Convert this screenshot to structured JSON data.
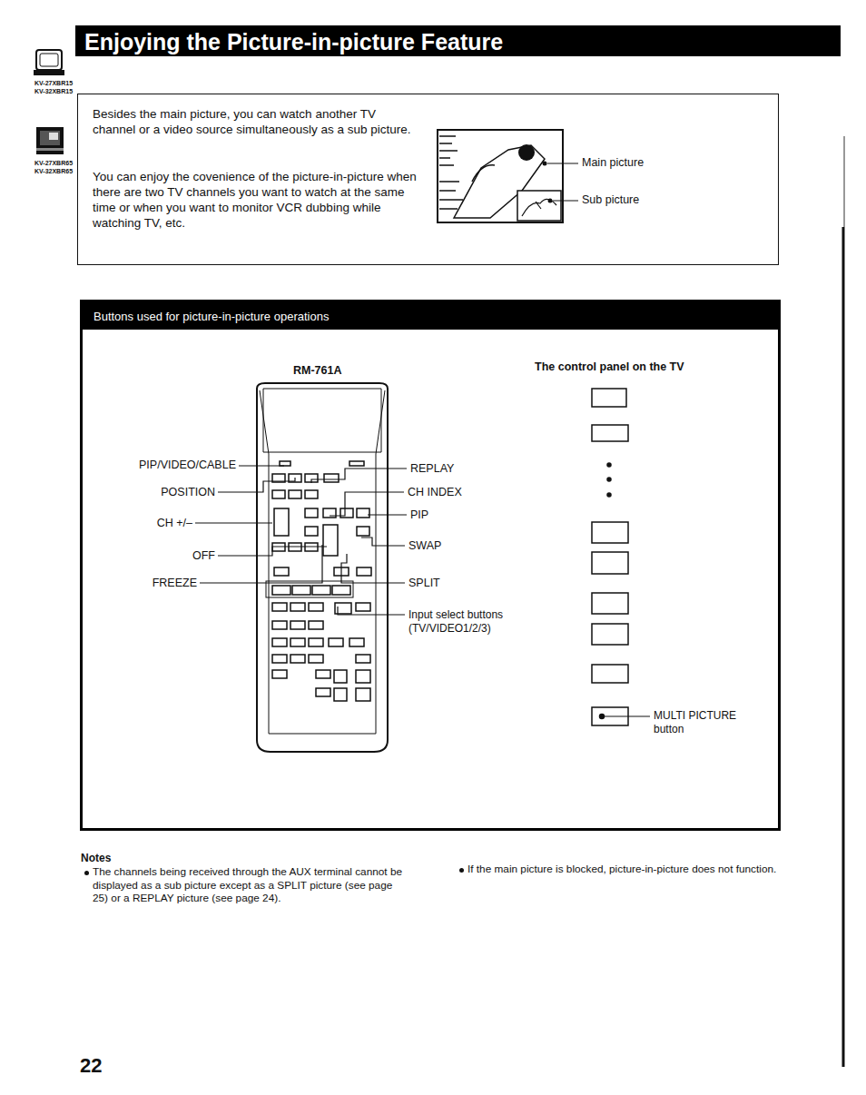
{
  "diagram": {
    "title": "Enjoying the Picture-in-picture Feature",
    "nodes": [
      {
        "text": [
          "Besides the main picture, you can watch another TV channel or a video source simultaneously as a sub picture.",
          "You can enjoy the covenience of the picture-in-picture when there are two TV channels you want to watch at the same time or when you want to monitor VCR dubbing while watching TV, etc."
        ]
      },
      {
        "text": [
          "Buttons used for picture-in-picture operations"
        ]
      }
    ],
    "labels": [
      "KV-27XBR15",
      "KV-32XBR15",
      "KV-27XBR65",
      "KV-32XBR65",
      "Main picture",
      "Sub picture",
      "RM-761A",
      "PIP/VIDEO/CABLE",
      "POSITION",
      "CH +/–",
      "OFF",
      "FREEZE",
      "REPLAY",
      "CH INDEX",
      "PIP",
      "SWAP",
      "SPLIT",
      "Input select buttons (TV/VIDEO1/2/3)",
      "The control panel on the TV",
      "MULTI PICTURE button",
      "Notes",
      "The channels being received through the AUX terminal cannot be displayed as a sub picture except as a SPLIT picture (see page 25) or a REPLAY picture (see page 24).",
      "If the main picture is blocked, picture-in-picture does not function.",
      "22"
    ]
  }
}
